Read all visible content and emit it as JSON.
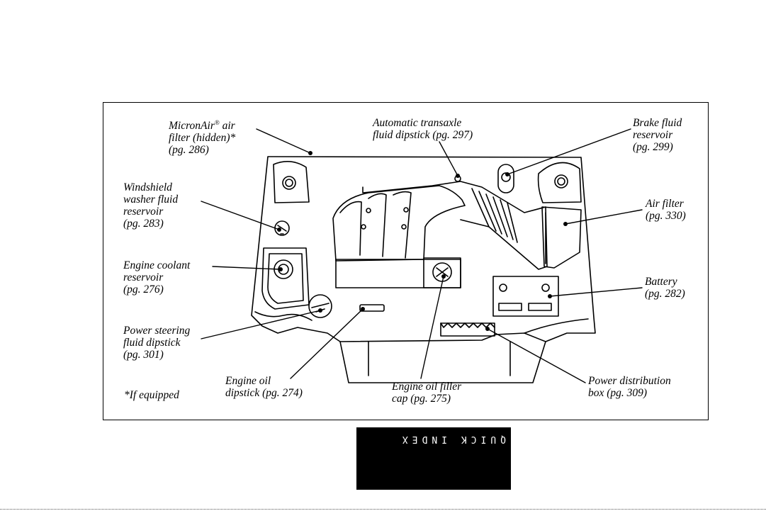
{
  "labels": {
    "micronair": {
      "line1_pre": "MicronAir",
      "line1_reg": "®",
      "line1_post": " air",
      "line2": "filter (hidden)*",
      "line3": "(pg. 286)"
    },
    "transaxle": {
      "line1": "Automatic transaxle",
      "line2": "fluid dipstick (pg. 297)"
    },
    "brake": {
      "line1": "Brake fluid",
      "line2": "reservoir",
      "line3": "(pg. 299)"
    },
    "washer": {
      "line1": "Windshield",
      "line2": "washer fluid",
      "line3": "reservoir",
      "line4": "(pg. 283)"
    },
    "airfilter": {
      "line1": "Air filter",
      "line2": "(pg. 330)"
    },
    "coolant": {
      "line1": "Engine coolant",
      "line2": "reservoir",
      "line3": "(pg. 276)"
    },
    "battery": {
      "line1": "Battery",
      "line2": "(pg. 282)"
    },
    "steering": {
      "line1": "Power steering",
      "line2": "fluid dipstick",
      "line3": "(pg. 301)"
    },
    "oildipstick": {
      "line1": "Engine oil",
      "line2": "dipstick (pg. 274)"
    },
    "fillercap": {
      "line1": "Engine oil filler",
      "line2": "cap (pg. 275)"
    },
    "powerbox": {
      "line1": "Power distribution",
      "line2": "box (pg. 309)"
    },
    "footnote": "*If equipped"
  },
  "index_tab": "QUICK INDEX",
  "colors": {
    "ink": "#000000",
    "paper": "#ffffff"
  }
}
